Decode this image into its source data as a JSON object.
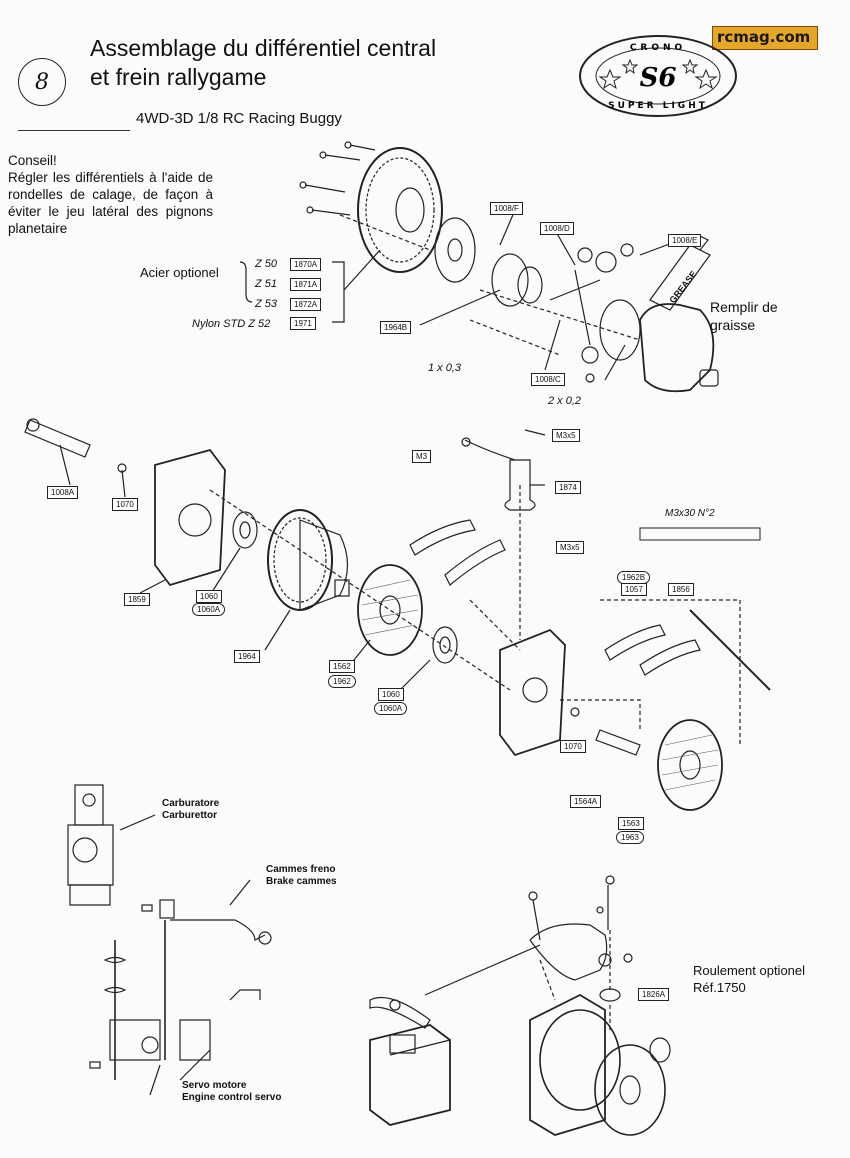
{
  "header": {
    "step_number": "8",
    "title_line1": "Assemblage du différentiel central",
    "title_line2": "et frein rallygame",
    "subtitle": "4WD-3D 1/8 RC Racing Buggy"
  },
  "logo": {
    "brand": "rcmag.com",
    "badge_top": "CRONO",
    "badge_model": "S6",
    "badge_bottom": "SUPER LIGHT"
  },
  "advice": {
    "heading": "Conseil!",
    "body": "Régler les différentiels à l'aide de rondelles de calage, de façon à éviter le jeu latéral des pignons planetaire"
  },
  "options": {
    "steel_optional_label": "Acier optionel",
    "rows": [
      {
        "label": "Z 50",
        "part": "1870A"
      },
      {
        "label": "Z 51",
        "part": "1871A"
      },
      {
        "label": "Z 53",
        "part": "1872A"
      },
      {
        "label": "Nylon STD  Z 52",
        "part": "1971"
      }
    ]
  },
  "differential": {
    "parts": [
      "1008/F",
      "1008/D",
      "1008/E",
      "1964B",
      "1008/C"
    ],
    "shim_1": "1 x 0,3",
    "shim_2": "2 x 0,2",
    "grease_tube": "GREASE",
    "grease_note_line1": "Remplir de",
    "grease_note_line2": "graisse"
  },
  "brake": {
    "parts_boxed": [
      "1008A",
      "1070",
      "1859",
      "1060",
      "1964",
      "1562",
      "1060",
      "1070",
      "1564A",
      "1563",
      "1874",
      "1057",
      "1856"
    ],
    "parts_oval": [
      "1060A",
      "1962",
      "1060A",
      "1963",
      "1962B"
    ],
    "screw_labels": [
      "M3",
      "M3x5",
      "M3x5"
    ],
    "rod_label": "M3x30 N°2"
  },
  "linkage": {
    "carb_line1": "Carburatore",
    "carb_line2": "Carburettor",
    "cam_line1": "Cammes freno",
    "cam_line2": "Brake cammes",
    "servo_line1": "Servo motore",
    "servo_line2": "Engine control servo",
    "bearing_line1": "Roulement optionel",
    "bearing_line2": "Réf.1750",
    "bearing_part": "1826A"
  }
}
